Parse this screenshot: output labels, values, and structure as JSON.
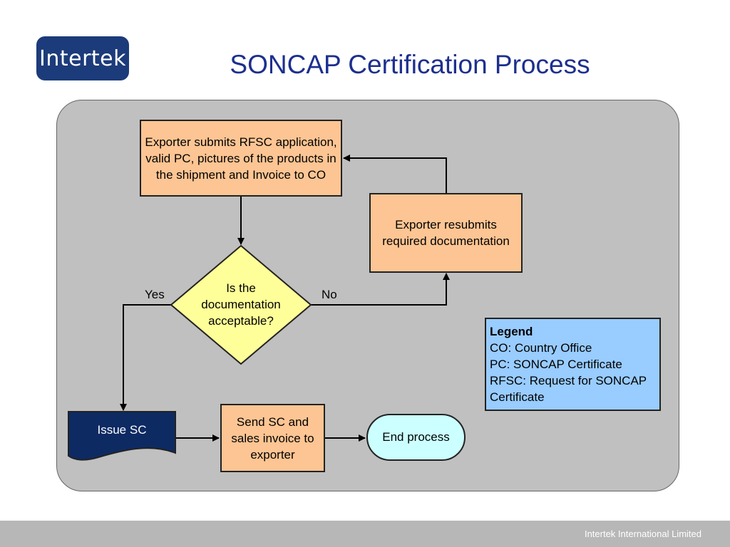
{
  "header": {
    "logo_text": "Intertek",
    "title": "SONCAP Certification Process"
  },
  "flowchart": {
    "submit_box": "Exporter submits RFSC application, valid PC, pictures of the products in the shipment and Invoice to CO",
    "resubmit_box": "Exporter resubmits required documentation",
    "decision": "Is the documentation acceptable?",
    "yes_label": "Yes",
    "no_label": "No",
    "issue_box": "Issue SC",
    "send_box": "Send SC and sales invoice to exporter",
    "end_box": "End process"
  },
  "legend": {
    "title": "Legend",
    "items": [
      "CO: Country Office",
      "PC: SONCAP Certificate",
      "RFSC: Request for SONCAP Certificate"
    ]
  },
  "footer": {
    "text": "Intertek International Limited"
  },
  "colors": {
    "title_blue": "#1d2f8e",
    "logo_blue": "#1c3b7a",
    "process_orange": "#fdc593",
    "decision_yellow": "#ffff99",
    "document_navy": "#0d2a63",
    "terminal_cyan": "#ccffff",
    "legend_blue": "#99ccff",
    "panel_grey": "#c0c0c0"
  }
}
